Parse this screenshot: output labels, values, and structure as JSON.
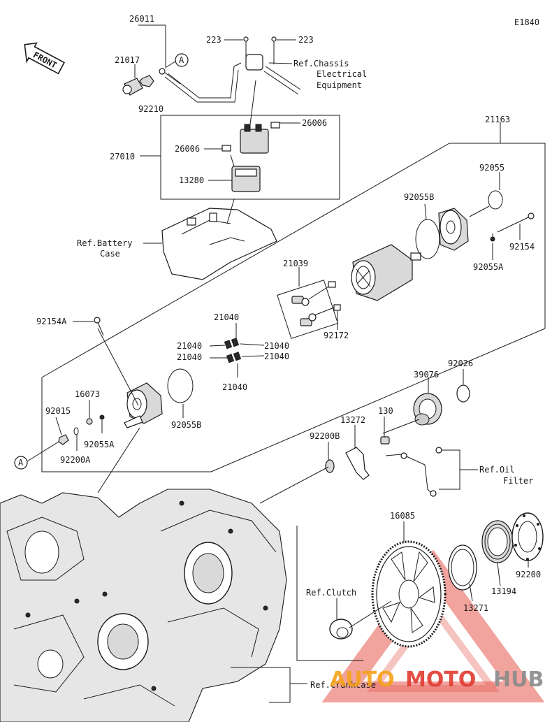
{
  "diagram_id": "E1840",
  "front_label": "FRONT",
  "callout_letter": "A",
  "parts": {
    "p26011": "26011",
    "p21017": "21017",
    "p92210": "92210",
    "p223a": "223",
    "p223b": "223",
    "p26006a": "26006",
    "p26006b": "26006",
    "p27010": "27010",
    "p13280": "13280",
    "p21163": "21163",
    "p92055": "92055",
    "p92055B_top": "92055B",
    "p92154": "92154",
    "p92055A_top": "92055A",
    "p21039": "21039",
    "p92172": "92172",
    "p21040_a": "21040",
    "p21040_b": "21040",
    "p21040_c": "21040",
    "p21040_d": "21040",
    "p21040_e": "21040",
    "p21040_f": "21040",
    "p92154A": "92154A",
    "p16073": "16073",
    "p92015": "92015",
    "p92055A": "92055A",
    "p92200A": "92200A",
    "p92055B": "92055B",
    "p39076": "39076",
    "p92026": "92026",
    "p130": "130",
    "p13272": "13272",
    "p92200B": "92200B",
    "p16085": "16085",
    "p92200": "92200",
    "p13194": "13194",
    "p13271": "13271"
  },
  "refs": {
    "chassis_1": "Ref.Chassis",
    "chassis_2": "Electrical",
    "chassis_3": "Equipment",
    "battery_1": "Ref.Battery",
    "battery_2": "Case",
    "oil_1": "Ref.Oil",
    "oil_2": "Filter",
    "clutch": "Ref.Clutch",
    "crankcase": "Ref.Crankcase"
  },
  "watermark": {
    "part1": "AUTO",
    "part2": "MOTO",
    "part3": "HUB",
    "color_red": "#e03a2f",
    "color_orange": "#f6a21a",
    "color_grey": "#8a8a8a"
  }
}
